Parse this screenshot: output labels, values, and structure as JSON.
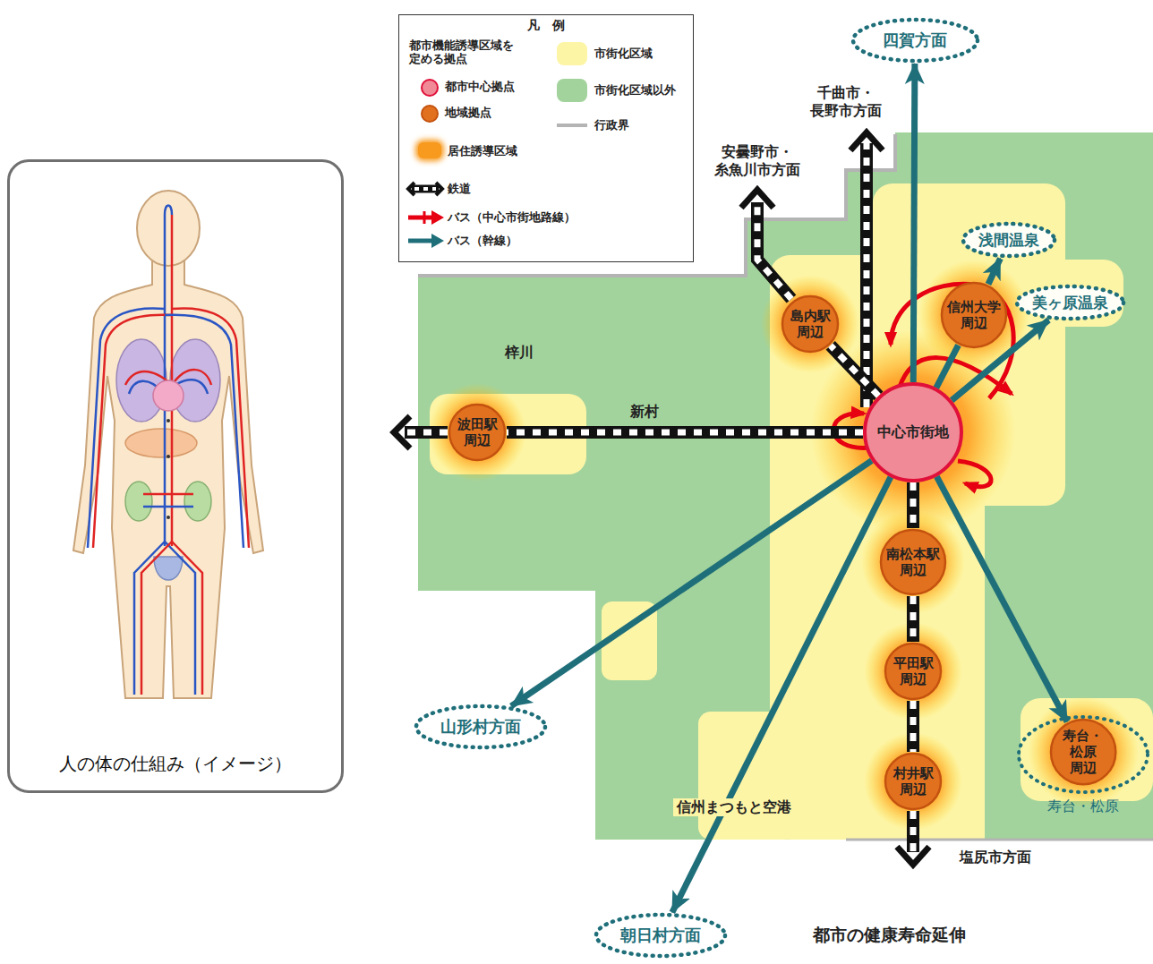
{
  "diagram": {
    "caption": "都市の健康寿命延伸",
    "nodes": [
      {
        "text": [
          "人の体の仕組み（イメージ）"
        ]
      },
      {
        "text": [
          "四賀方面"
        ]
      },
      {
        "text": [
          "浅間温泉"
        ]
      },
      {
        "text": [
          "信州大学 周辺"
        ]
      },
      {
        "text": [
          "美ヶ原温泉"
        ]
      },
      {
        "text": [
          "島内駅 周辺"
        ]
      },
      {
        "text": [
          "波田駅 周辺"
        ]
      },
      {
        "text": [
          "中心市街地"
        ]
      },
      {
        "text": [
          "南松本駅 周辺"
        ]
      },
      {
        "text": [
          "平田駅 周辺"
        ]
      },
      {
        "text": [
          "山形村方面"
        ]
      },
      {
        "text": [
          "寿台・松原 周辺"
        ]
      },
      {
        "text": [
          "村井駅 周辺"
        ]
      },
      {
        "text": [
          "朝日村方面"
        ]
      }
    ],
    "edges": [
      {
        "from": 7,
        "to": 5,
        "arrow": "none"
      },
      {
        "from": 7,
        "to": 6,
        "arrow": "none"
      },
      {
        "from": 7,
        "to": 8,
        "arrow": "none"
      },
      {
        "from": 8,
        "to": 9,
        "arrow": "none"
      },
      {
        "from": 9,
        "to": 12,
        "arrow": "none"
      },
      {
        "from": 7,
        "to": 1,
        "arrow": "to"
      },
      {
        "from": 7,
        "to": 3,
        "arrow": "none"
      },
      {
        "from": 3,
        "to": 2,
        "arrow": "to"
      },
      {
        "from": 7,
        "to": 4,
        "arrow": "to"
      },
      {
        "from": 7,
        "to": 10,
        "arrow": "to"
      },
      {
        "from": 7,
        "to": 13,
        "arrow": "to"
      },
      {
        "from": 7,
        "to": 11,
        "arrow": "to"
      }
    ],
    "labels": [
      "凡　例",
      "都市機能誘導区域を定める拠点",
      "梓川",
      "新村",
      "安曇野市・ 糸魚川市方面",
      "千曲市・ 長野市方面",
      "信州まつもと空港",
      "塩尻市方面",
      "寿台・松原"
    ],
    "legend": [
      {
        "text": "都市中心拠点",
        "color": "#f08a96"
      },
      {
        "text": "地域拠点",
        "color": "#e2711f"
      },
      {
        "text": "居住誘導区域",
        "color": "#f79a1e"
      },
      {
        "text": "市街化区域",
        "color": "#fdf5a6"
      },
      {
        "text": "市街化区域以外",
        "color": "#a3d39c"
      },
      {
        "text": "行政界"
      },
      {
        "text": "鉄道"
      },
      {
        "text": "バス（中心市街地路線）"
      },
      {
        "text": "バス（幹線）"
      }
    ]
  }
}
